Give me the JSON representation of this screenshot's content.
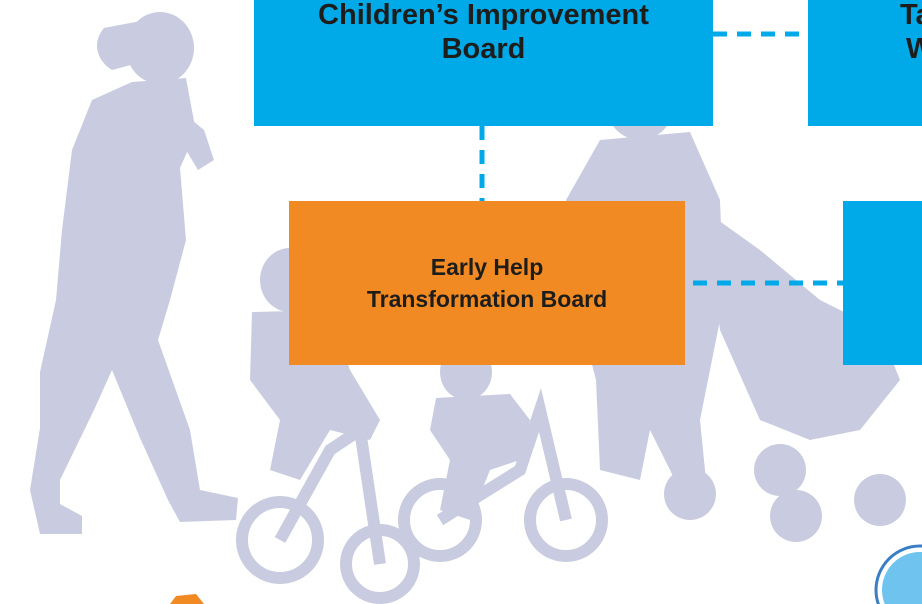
{
  "boxes": {
    "childrens_improvement": {
      "line1": "Children’s Improvement",
      "line2": "Board"
    },
    "top_right": {
      "line1": "Ta",
      "line2": "W"
    },
    "early_help": {
      "line1": "Early Help",
      "line2": "Transformation Board"
    }
  },
  "colors": {
    "blue_box": "#00a9e8",
    "orange_box": "#f28a23",
    "silhouette": "#c9cce0",
    "connector": "#00a9e8",
    "text": "#1d1d1b"
  },
  "icons": [
    "family-silhouette-illustration",
    "balance-bike-icon",
    "stroller-icon",
    "circle-badge-icon"
  ]
}
